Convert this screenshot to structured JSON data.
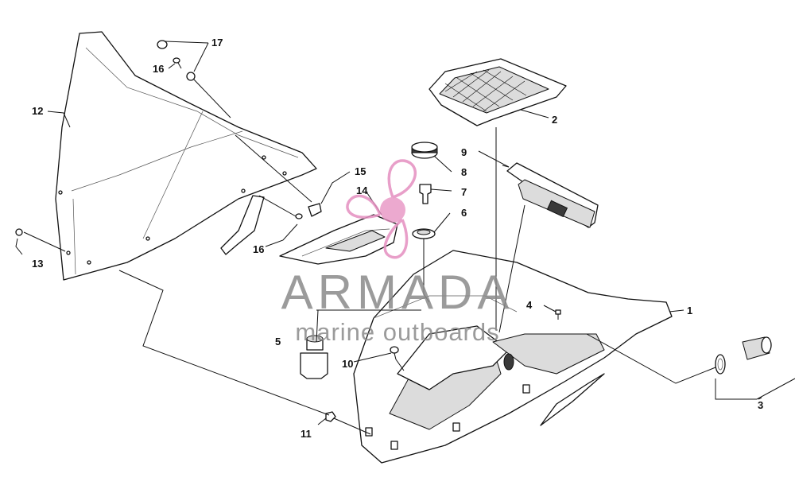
{
  "watermark": {
    "brand": "ARMADA",
    "tagline": "marine outboards",
    "logo_color": "#e58fc0",
    "text_color": "#8a8a8a"
  },
  "callouts": {
    "c1": "1",
    "c2": "2",
    "c3": "3",
    "c4": "4",
    "c5": "5",
    "c6": "6",
    "c7": "7",
    "c8": "8",
    "c9": "9",
    "c10": "10",
    "c11": "11",
    "c12": "12",
    "c13": "13",
    "c14": "14",
    "c15": "15",
    "c16a": "16",
    "c16b": "16",
    "c17": "17"
  },
  "icons": {
    "logo": "propeller-logo-icon"
  }
}
